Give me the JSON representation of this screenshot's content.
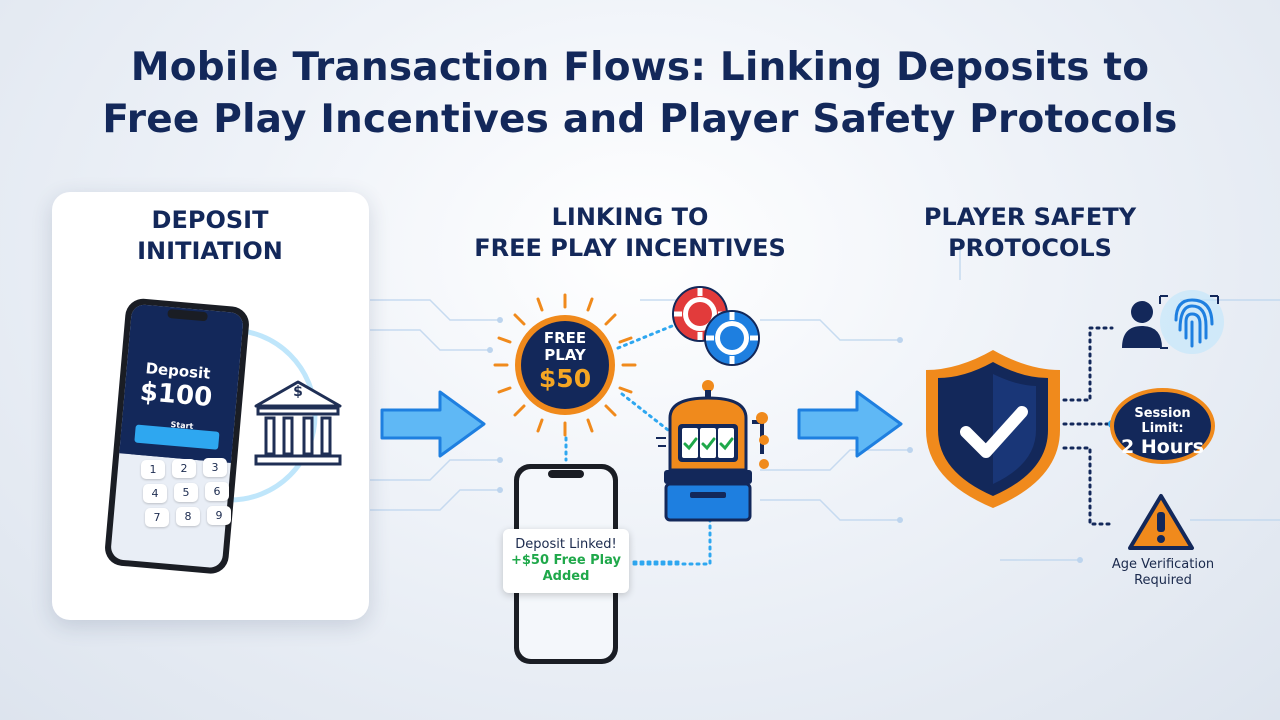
{
  "title": {
    "line1": "Mobile Transaction Flows: Linking Deposits to",
    "line2": "Free Play Incentives and Player Safety Protocols"
  },
  "stages": [
    {
      "line1": "DEPOSIT",
      "line2": "INITIATION"
    },
    {
      "line1": "LINKING TO",
      "line2": "FREE PLAY INCENTIVES"
    },
    {
      "line1": "PLAYER SAFETY",
      "line2": "PROTOCOLS"
    }
  ],
  "deposit_phone": {
    "label": "Deposit",
    "amount": "$100",
    "button_label": "Start",
    "keys": [
      "1",
      "2",
      "3",
      "4",
      "5",
      "6",
      "7",
      "8",
      "9"
    ],
    "bank_symbol": "$"
  },
  "free_play_badge": {
    "line1": "FREE",
    "line2": "PLAY",
    "amount": "$50"
  },
  "notification": {
    "line1": "Deposit Linked!",
    "line2": "+$50 Free Play",
    "line3": "Added"
  },
  "session_limit": {
    "label": "Session Limit:",
    "value": "2 Hours"
  },
  "age_verification": {
    "line1": "Age Verification",
    "line2": "Required"
  },
  "colors": {
    "navy": "#13285a",
    "orange": "#f08a1c",
    "blue": "#1e7fe0",
    "cyan": "#4fc3f7",
    "green": "#1fa84a",
    "red": "#e23b3b"
  },
  "icons": [
    "bank-icon",
    "slot-machine-icon",
    "casino-chip-icon",
    "shield-check-icon",
    "fingerprint-user-icon",
    "warning-icon",
    "arrow-right-icon"
  ]
}
